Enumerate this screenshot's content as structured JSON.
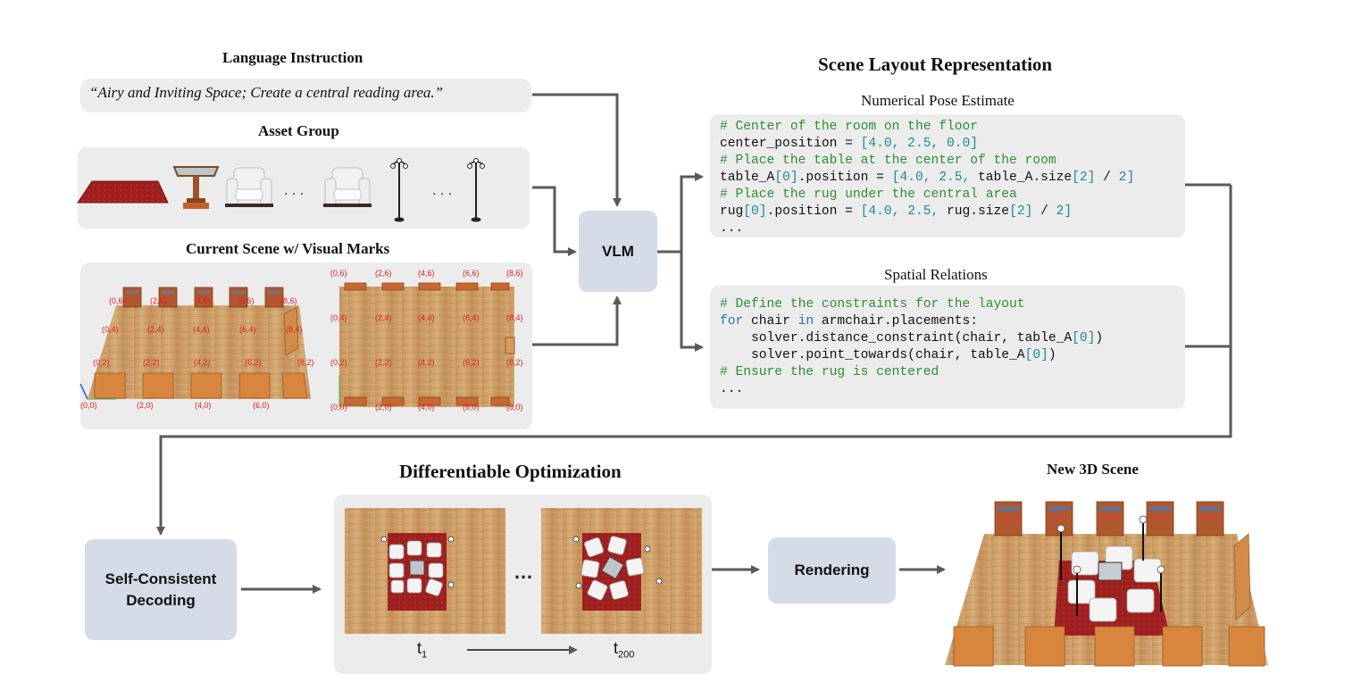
{
  "language": {
    "title": "Language Instruction",
    "instruction": "“Airy and Inviting Space; Create a central reading area.”"
  },
  "assets": {
    "title": "Asset Group",
    "dots1": ". . .",
    "dots2": ". . ."
  },
  "scene": {
    "title": "Current Scene w/ Visual Marks",
    "marks_left": [
      "(0,6)",
      "(2,6)",
      "(4,6)",
      "(6,6)",
      "(8,6)",
      "(0,4)",
      "(2,4)",
      "(4,4)",
      "(6,4)",
      "(8,4)",
      "(0,2)",
      "(2,2)",
      "(4,2)",
      "(6,2)",
      "(8,2)",
      "(0,0)",
      "(2,0)",
      "(4,0)",
      "(6,0)"
    ],
    "marks_right": [
      "(0,6)",
      "(2,6)",
      "(4,6)",
      "(6,6)",
      "(8,6)",
      "(0,4)",
      "(2,4)",
      "(4,4)",
      "(6,4)",
      "(8,4)",
      "(0,2)",
      "(2,2)",
      "(4,2)",
      "(6,2)",
      "(8,2)",
      "(0,0)",
      "(2,0)",
      "(4,0)",
      "(6,0)",
      "(8,0)"
    ]
  },
  "vlm": {
    "label": "VLM"
  },
  "layout": {
    "title": "Scene Layout Representation",
    "numerical_title": "Numerical Pose Estimate",
    "spatial_title": "Spatial Relations",
    "numerical_code": [
      [
        {
          "t": "# Center of the room on the floor",
          "c": "cm"
        }
      ],
      [
        {
          "t": "center_position = ",
          "c": ""
        },
        {
          "t": "[4.0, 2.5, 0.0]",
          "c": "num"
        }
      ],
      [
        {
          "t": "# Place the table at the center of the room",
          "c": "cm"
        }
      ],
      [
        {
          "t": "table_A",
          "c": ""
        },
        {
          "t": "[0]",
          "c": "num"
        },
        {
          "t": ".position = ",
          "c": ""
        },
        {
          "t": "[4.0, 2.5, ",
          "c": "num"
        },
        {
          "t": "table_A.size",
          "c": ""
        },
        {
          "t": "[2]",
          "c": "num"
        },
        {
          "t": " / ",
          "c": ""
        },
        {
          "t": "2]",
          "c": "num"
        }
      ],
      [
        {
          "t": "# Place the rug under the central area",
          "c": "cm"
        }
      ],
      [
        {
          "t": "rug",
          "c": ""
        },
        {
          "t": "[0]",
          "c": "num"
        },
        {
          "t": ".position = ",
          "c": ""
        },
        {
          "t": "[4.0, 2.5, ",
          "c": "num"
        },
        {
          "t": "rug.size",
          "c": ""
        },
        {
          "t": "[2]",
          "c": "num"
        },
        {
          "t": " / ",
          "c": ""
        },
        {
          "t": "2]",
          "c": "num"
        }
      ],
      [
        {
          "t": "...",
          "c": ""
        }
      ]
    ],
    "spatial_code": [
      [
        {
          "t": "# Define the constraints for the layout",
          "c": "cm"
        }
      ],
      [
        {
          "t": "for",
          "c": "kw"
        },
        {
          "t": " chair ",
          "c": ""
        },
        {
          "t": "in",
          "c": "kw"
        },
        {
          "t": " armchair.placements:",
          "c": ""
        }
      ],
      [
        {
          "t": "    solver.distance_constraint(chair, table_A",
          "c": ""
        },
        {
          "t": "[0]",
          "c": "num"
        },
        {
          "t": ")",
          "c": ""
        }
      ],
      [
        {
          "t": "    solver.point_towards(chair, table_A",
          "c": ""
        },
        {
          "t": "[0]",
          "c": "num"
        },
        {
          "t": ")",
          "c": ""
        }
      ],
      [
        {
          "t": "# Ensure the rug is centered",
          "c": "cm"
        }
      ],
      [
        {
          "t": "...",
          "c": ""
        }
      ]
    ]
  },
  "decoding": {
    "label": "Self-Consistent Decoding"
  },
  "optimization": {
    "title": "Differentiable Optimization",
    "dots": "…",
    "t_start": "t",
    "t_start_sub": "1",
    "t_end": "t",
    "t_end_sub": "200"
  },
  "rendering": {
    "label": "Rendering"
  },
  "new_scene": {
    "title": "New 3D Scene"
  },
  "colors": {
    "panel": "#ececec",
    "box": "#d5dbe7",
    "arrow": "#5a5a5a",
    "wood": "#c99a63",
    "rug": "#9e1f1f",
    "mark": "#e02020"
  }
}
